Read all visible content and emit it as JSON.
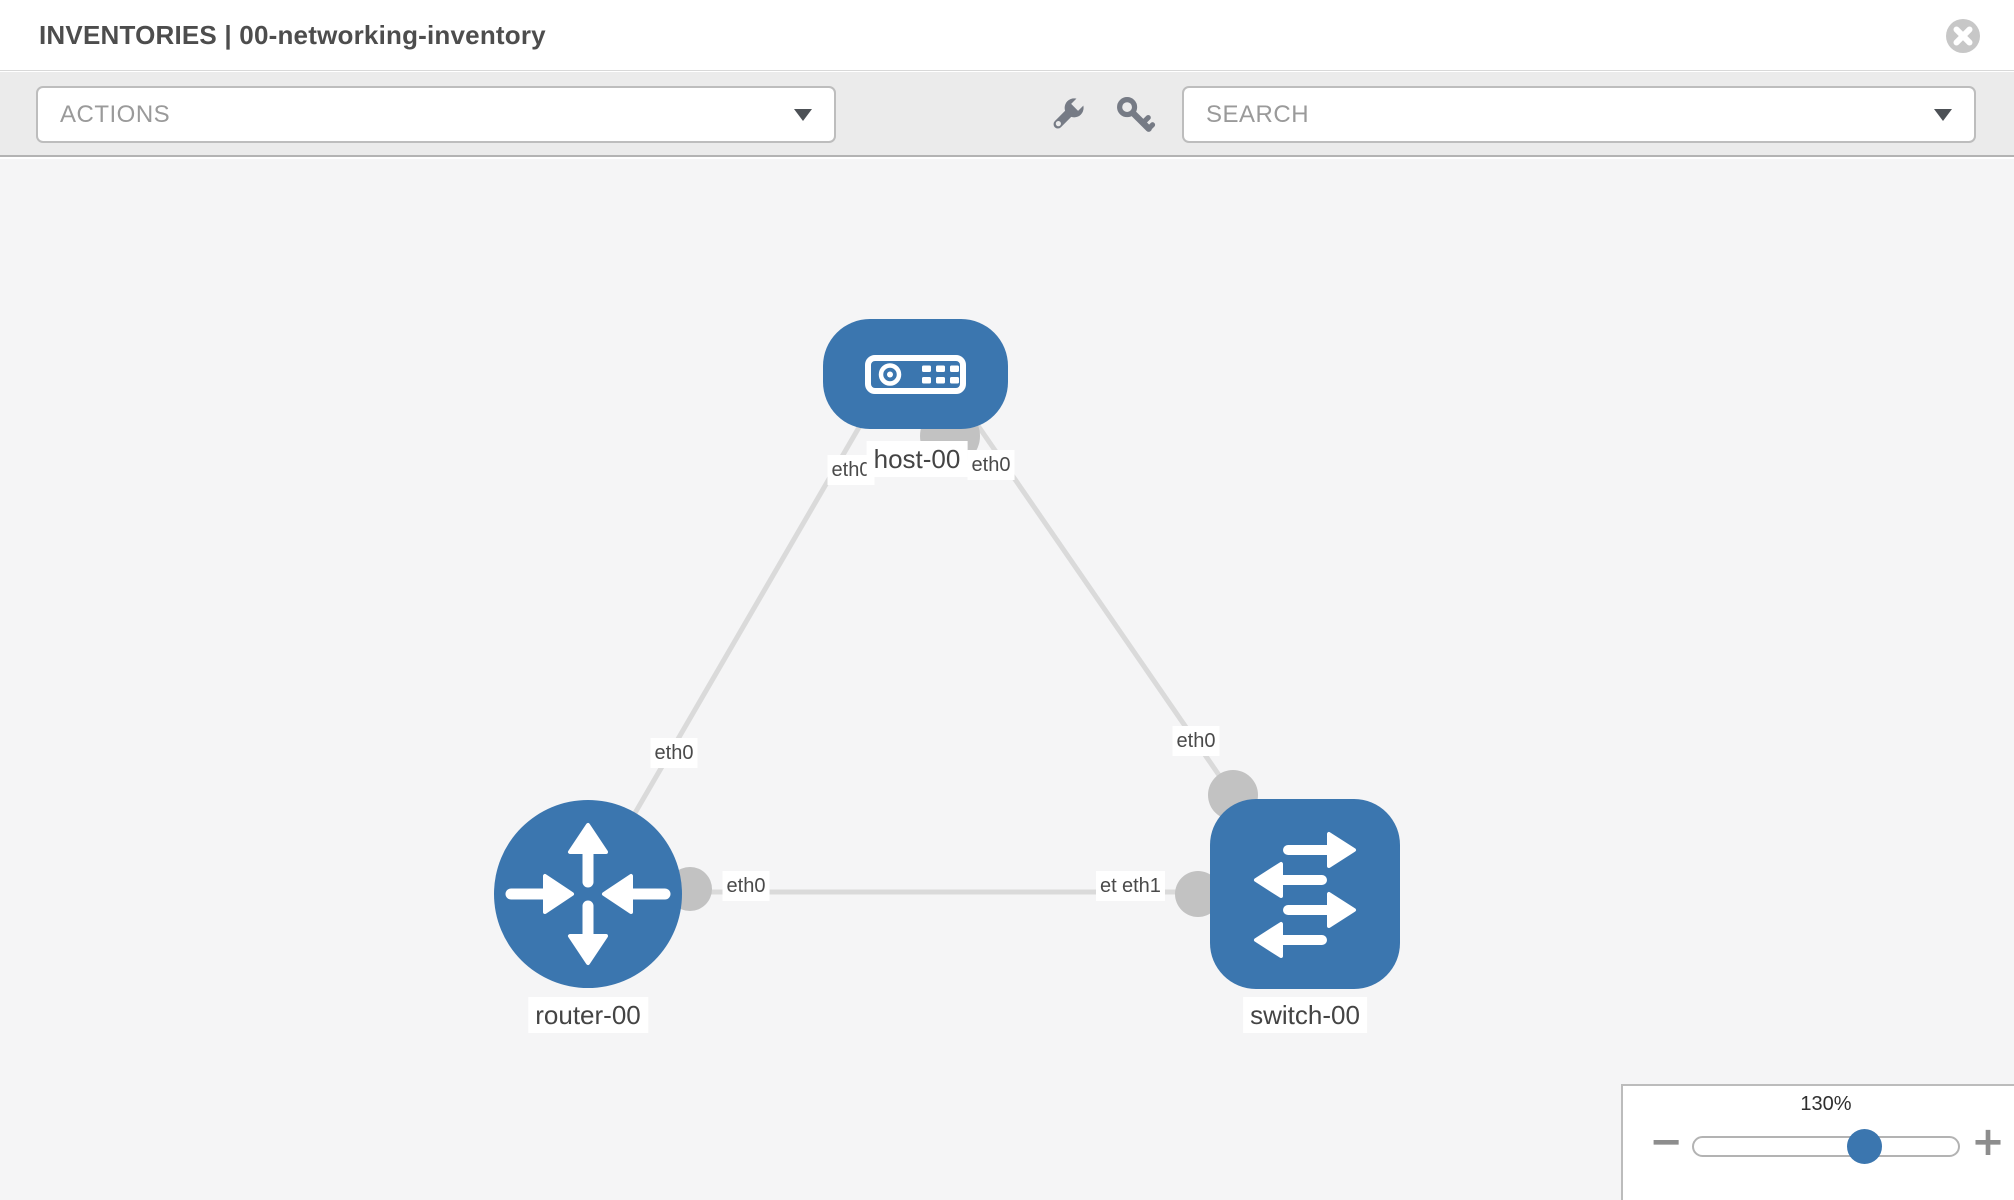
{
  "header": {
    "title": "INVENTORIES | 00-networking-inventory"
  },
  "toolbar": {
    "actions_label": "ACTIONS",
    "search_label": "SEARCH"
  },
  "zoom_control": {
    "value": "130%",
    "minus_label": "−",
    "plus_label": "+"
  },
  "colors": {
    "node_blue": "#3b76af",
    "port_gray": "#c2c2c2",
    "link_gray": "#dadada",
    "toolbar_bg": "#ebebeb",
    "canvas_bg": "#f5f5f6",
    "icon_gray": "#767b85",
    "label_text": "#4a4a4a"
  },
  "diagram": {
    "nodes": [
      {
        "id": "host-00",
        "type": "host"
      },
      {
        "id": "router-00",
        "type": "router"
      },
      {
        "id": "switch-00",
        "type": "switch"
      }
    ],
    "links": [
      {
        "source": "host-00",
        "source_interface": "eth0",
        "target": "router-00",
        "target_interface": "eth0"
      },
      {
        "source": "host-00",
        "source_interface": "eth0",
        "target": "switch-00",
        "target_interface": "eth0"
      },
      {
        "source": "router-00",
        "source_interface": "eth0",
        "target": "switch-00",
        "target_interface": "eth1"
      }
    ],
    "labels": {
      "host": "host-00",
      "router": "router-00",
      "switch": "switch-00",
      "if_host_router_host_end": "eth0",
      "if_host_router_router_end": "eth0",
      "if_host_switch_host_end": "eth0",
      "if_host_switch_switch_end": "eth0",
      "if_router_switch_router_end": "eth0",
      "if_router_switch_switch_end_back": "eth1",
      "if_router_switch_switch_end": "eth1"
    }
  }
}
